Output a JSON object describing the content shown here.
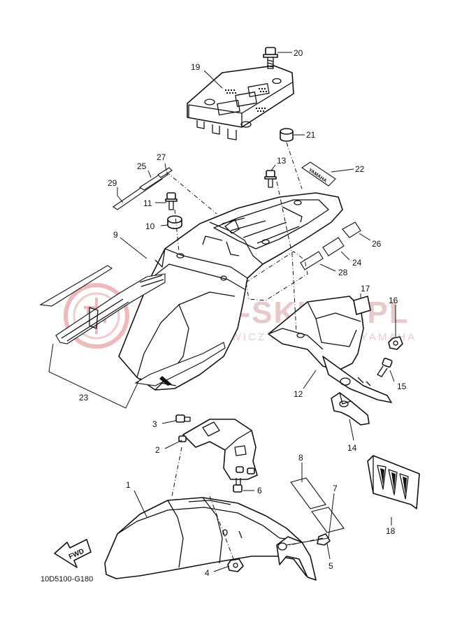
{
  "watermark": {
    "brand": "YAMA-SKLEP.PL",
    "subtitle": "WOJCIECHOWICZ MOTOCYKLE YAMAHA",
    "color": "#e8b4b4"
  },
  "drawing_code": "10D5100-G180",
  "fwd_label": "FWD",
  "decal_text": "YAMAHA",
  "callouts": [
    "1",
    "2",
    "3",
    "4",
    "5",
    "6",
    "7",
    "8",
    "9",
    "10",
    "11",
    "12",
    "13",
    "14",
    "15",
    "16",
    "17",
    "18",
    "19",
    "20",
    "21",
    "22",
    "23",
    "24",
    "25",
    "26",
    "27",
    "28",
    "29"
  ]
}
